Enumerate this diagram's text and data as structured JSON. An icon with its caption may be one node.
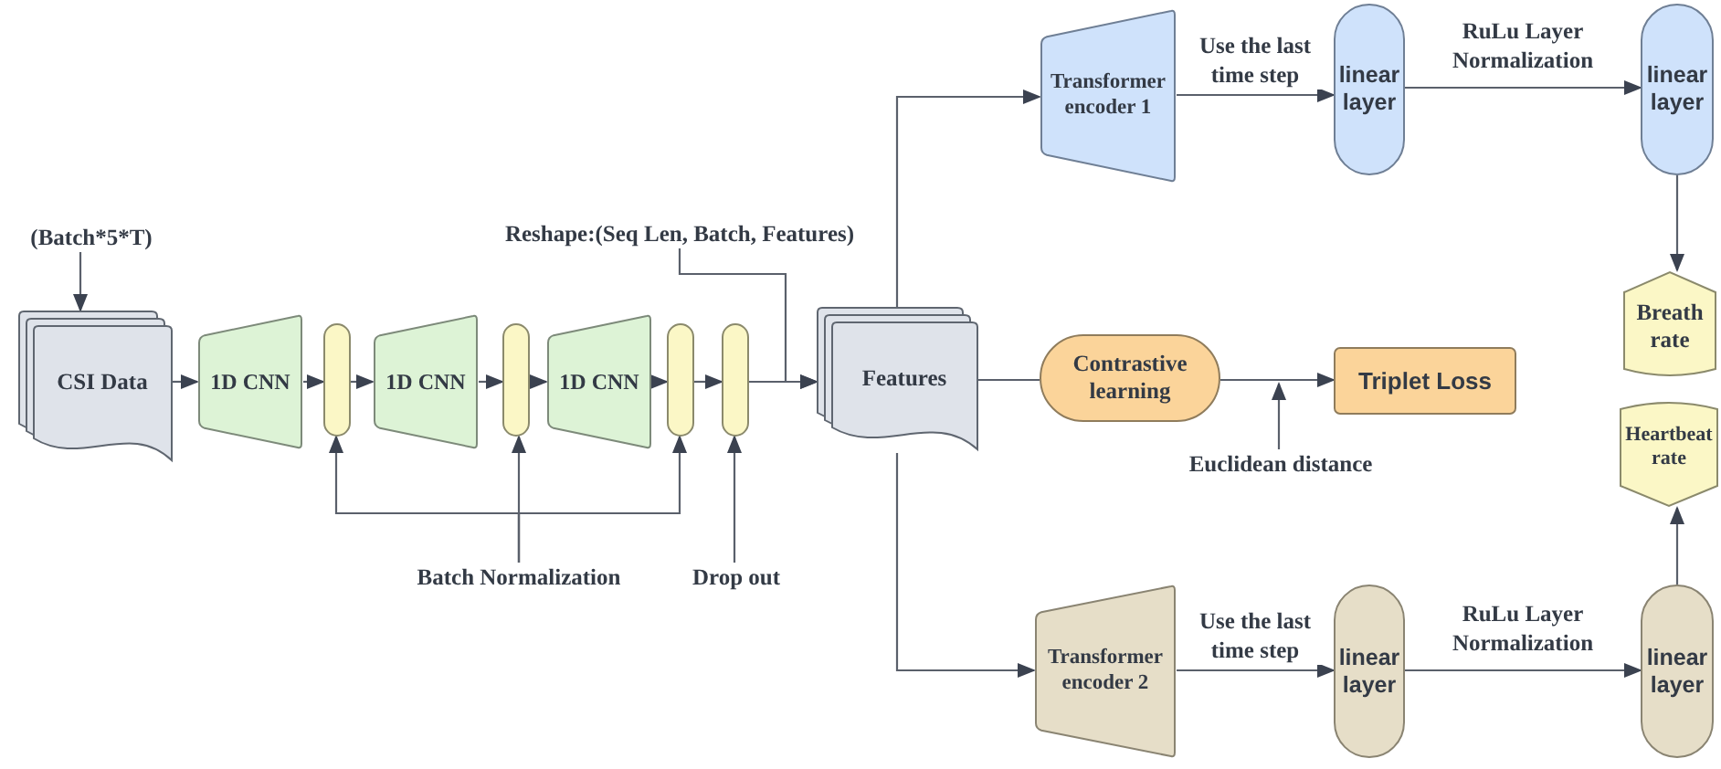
{
  "diagram": {
    "nodes": [
      {
        "text": [
          "(Batch*5*T)"
        ]
      },
      {
        "text": [
          "CSI Data"
        ]
      },
      {
        "text": [
          "1D CNN"
        ]
      },
      {
        "text": [],
        "shape": "bar"
      },
      {
        "text": [
          "1D CNN"
        ]
      },
      {
        "text": [],
        "shape": "bar"
      },
      {
        "text": [
          "1D CNN"
        ]
      },
      {
        "text": [],
        "shape": "bar"
      },
      {
        "text": [],
        "shape": "bar"
      },
      {
        "text": [
          "Reshape:(Seq Len, Batch, Features)"
        ]
      },
      {
        "text": [
          "Batch Normalization"
        ]
      },
      {
        "text": [
          "Drop out"
        ]
      },
      {
        "text": [
          "Features"
        ]
      },
      {
        "text": [
          "Contrastive learning"
        ]
      },
      {
        "text": [
          "Triplet Loss"
        ]
      },
      {
        "text": [
          "Euclidean distance"
        ]
      },
      {
        "text": [
          "Transformer encoder 1"
        ]
      },
      {
        "text": [
          "linear layer"
        ]
      },
      {
        "text": [
          "linear layer"
        ]
      },
      {
        "text": [
          "Breath rate"
        ]
      },
      {
        "text": [
          "Heartbeat rate"
        ]
      },
      {
        "text": [
          "Transformer encoder 2"
        ]
      },
      {
        "text": [
          "linear layer"
        ]
      },
      {
        "text": [
          "linear layer"
        ]
      }
    ],
    "edges": [
      {
        "from": 0,
        "to": 1,
        "arrow": "to"
      },
      {
        "from": 1,
        "to": 2,
        "arrow": "to"
      },
      {
        "from": 2,
        "to": 3,
        "arrow": "to"
      },
      {
        "from": 3,
        "to": 4,
        "arrow": "to"
      },
      {
        "from": 4,
        "to": 5,
        "arrow": "to"
      },
      {
        "from": 5,
        "to": 6,
        "arrow": "to"
      },
      {
        "from": 6,
        "to": 7,
        "arrow": "to"
      },
      {
        "from": 7,
        "to": 8,
        "arrow": "to"
      },
      {
        "from": 8,
        "to": 12,
        "arrow": "to"
      },
      {
        "from": 9,
        "to": 12,
        "arrow": "to"
      },
      {
        "from": 10,
        "to": 3,
        "arrow": "to"
      },
      {
        "from": 10,
        "to": 5,
        "arrow": "to"
      },
      {
        "from": 10,
        "to": 7,
        "arrow": "to"
      },
      {
        "from": 11,
        "to": 8,
        "arrow": "to"
      },
      {
        "from": 12,
        "to": 13,
        "arrow": "none"
      },
      {
        "from": 13,
        "to": 14,
        "arrow": "to"
      },
      {
        "from": 15,
        "to": null,
        "arrow": "to"
      },
      {
        "from": 12,
        "to": 16,
        "arrow": "to"
      },
      {
        "from": 12,
        "to": 21,
        "arrow": "to"
      },
      {
        "from": 16,
        "to": 17,
        "arrow": "to",
        "label": "Use the last time step"
      },
      {
        "from": 17,
        "to": 18,
        "arrow": "to",
        "label": "RuLu Layer Normalization"
      },
      {
        "from": 18,
        "to": 19,
        "arrow": "to"
      },
      {
        "from": 23,
        "to": 20,
        "arrow": "to"
      },
      {
        "from": 21,
        "to": 22,
        "arrow": "to",
        "label": "Use the last time step"
      },
      {
        "from": 22,
        "to": 23,
        "arrow": "to",
        "label": "RuLu Layer Normalization"
      }
    ]
  }
}
